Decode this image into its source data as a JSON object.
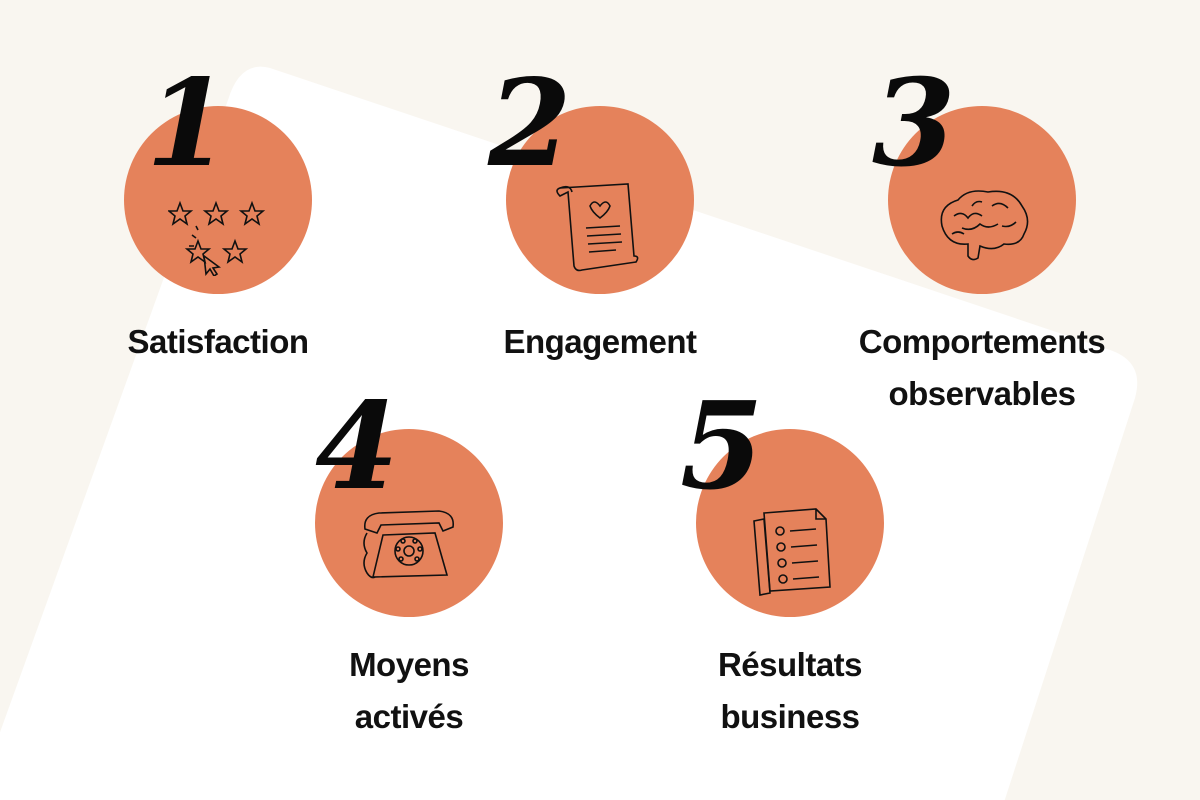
{
  "colors": {
    "accent": "#e5825b",
    "background": "#f9f6f0",
    "card": "#ffffff"
  },
  "steps": [
    {
      "number": "1",
      "label_lines": [
        "Satisfaction"
      ],
      "icon": "star-rating-icon"
    },
    {
      "number": "2",
      "label_lines": [
        "Engagement"
      ],
      "icon": "heart-letter-icon"
    },
    {
      "number": "3",
      "label_lines": [
        "Comportements",
        "observables"
      ],
      "icon": "brain-icon"
    },
    {
      "number": "4",
      "label_lines": [
        "Moyens",
        "activés"
      ],
      "icon": "rotary-phone-icon"
    },
    {
      "number": "5",
      "label_lines": [
        "Résultats",
        "business"
      ],
      "icon": "checklist-documents-icon"
    }
  ]
}
